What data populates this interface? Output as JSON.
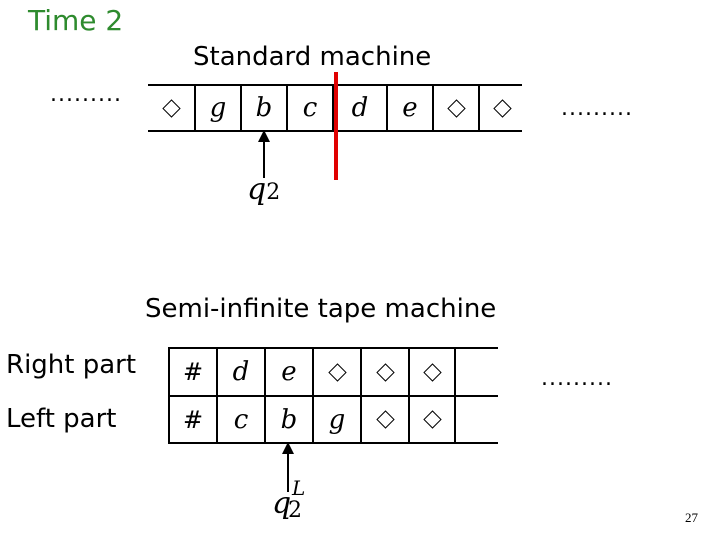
{
  "time_label": "Time 2",
  "standard": {
    "title": "Standard machine",
    "dots_left": ".........",
    "dots_right": ".........",
    "cells": [
      "diamond",
      "g",
      "b",
      "c",
      "d",
      "e",
      "diamond",
      "diamond"
    ],
    "head_state": "q",
    "head_sub": "2"
  },
  "semi": {
    "title": "Semi-infinite tape machine",
    "right_label": "Right part",
    "left_label": "Left part",
    "dots": ".........",
    "right_cells": [
      "#",
      "d",
      "e",
      "diamond",
      "diamond",
      "diamond"
    ],
    "left_cells": [
      "#",
      "c",
      "b",
      "g",
      "diamond",
      "diamond"
    ],
    "head_state": "q",
    "head_sub": "2",
    "head_sup": "L"
  },
  "page_number": "27",
  "colors": {
    "time_label": "#2e8b2e",
    "divider": "#e00000"
  }
}
